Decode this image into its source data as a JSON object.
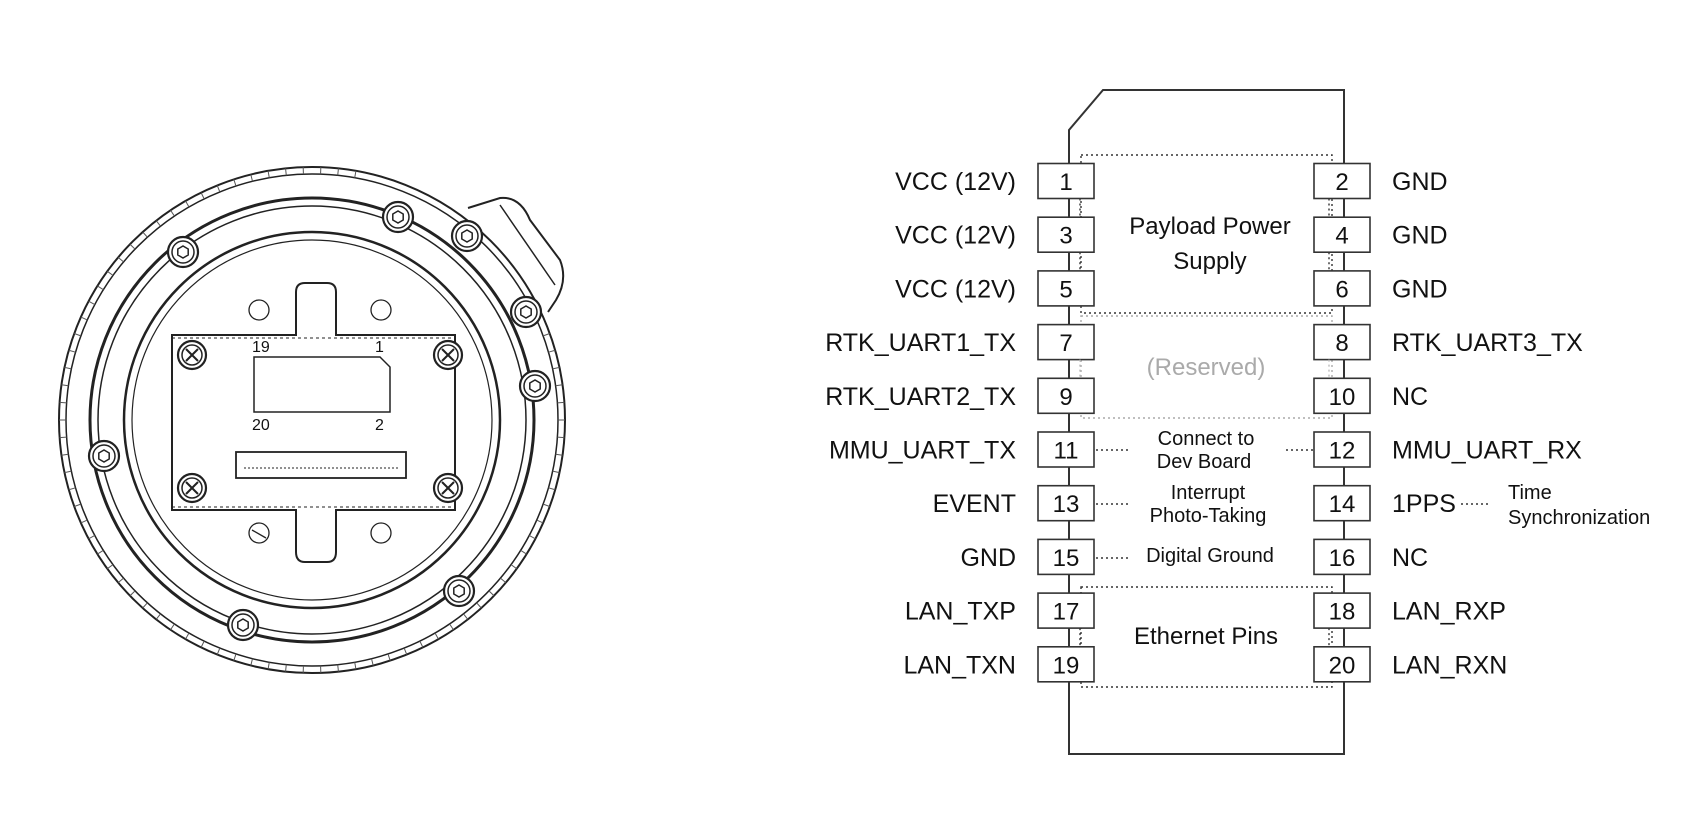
{
  "connector_face": {
    "corner_labels": {
      "top_left": "19",
      "top_right": "1",
      "bottom_left": "20",
      "bottom_right": "2"
    }
  },
  "pinout": {
    "left_pins": [
      {
        "num": "1",
        "name": "VCC (12V)"
      },
      {
        "num": "3",
        "name": "VCC (12V)"
      },
      {
        "num": "5",
        "name": "VCC (12V)"
      },
      {
        "num": "7",
        "name": "RTK_UART1_TX"
      },
      {
        "num": "9",
        "name": "RTK_UART2_TX"
      },
      {
        "num": "11",
        "name": "MMU_UART_TX"
      },
      {
        "num": "13",
        "name": "EVENT"
      },
      {
        "num": "15",
        "name": "GND"
      },
      {
        "num": "17",
        "name": "LAN_TXP"
      },
      {
        "num": "19",
        "name": "LAN_TXN"
      }
    ],
    "right_pins": [
      {
        "num": "2",
        "name": "GND"
      },
      {
        "num": "4",
        "name": "GND"
      },
      {
        "num": "6",
        "name": "GND"
      },
      {
        "num": "8",
        "name": "RTK_UART3_TX"
      },
      {
        "num": "10",
        "name": "NC"
      },
      {
        "num": "12",
        "name": "MMU_UART_RX"
      },
      {
        "num": "14",
        "name": "1PPS"
      },
      {
        "num": "16",
        "name": "NC"
      },
      {
        "num": "18",
        "name": "LAN_RXP"
      },
      {
        "num": "20",
        "name": "LAN_RXN"
      }
    ],
    "groups": {
      "power_line1": "Payload Power",
      "power_line2": "Supply",
      "reserved": "(Reserved)",
      "dev_board_line1": "Connect to",
      "dev_board_line2": "Dev Board",
      "photo_line1": "Interrupt",
      "photo_line2": "Photo-Taking",
      "digital_ground": "Digital Ground",
      "ethernet": "Ethernet Pins",
      "time_sync_line1": "Time",
      "time_sync_line2": "Synchronization"
    }
  }
}
